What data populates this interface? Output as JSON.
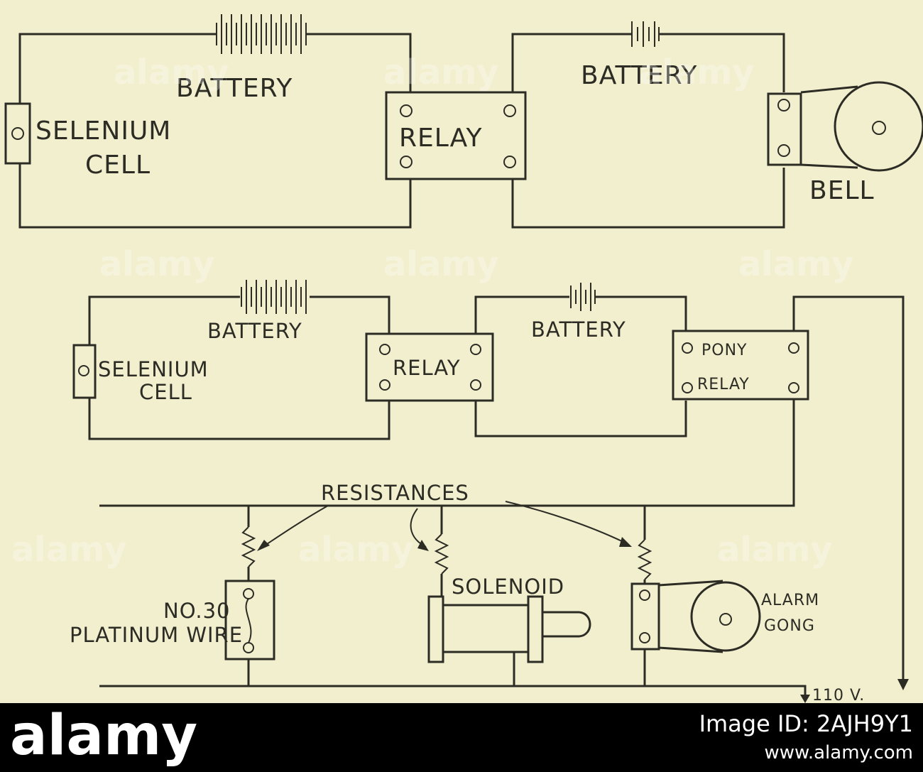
{
  "labels": {
    "battery": "BATTERY",
    "selenium": "SELENIUM",
    "cell": "CELL",
    "relay": "RELAY",
    "bell": "BELL",
    "pony": "PONY",
    "resistances": "RESISTANCES",
    "solenoid": "SOLENOID",
    "alarm": "ALARM",
    "gong": "GONG",
    "no30": "NO.30",
    "platinum_wire": "PLATINUM WIRE",
    "voltage": "110 V."
  },
  "watermark": {
    "text": "alamy"
  },
  "footer": {
    "brand": "alamy",
    "image_id": "Image ID: 2AJH9Y1",
    "url": "www.alamy.com"
  }
}
